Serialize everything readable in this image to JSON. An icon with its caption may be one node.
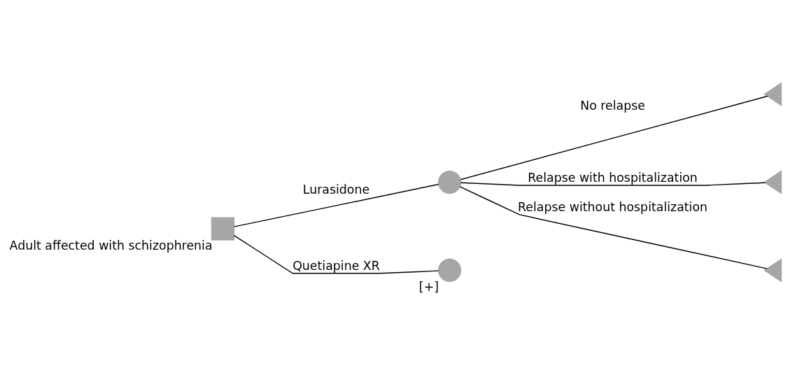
{
  "diagram": {
    "nodes": [
      {
        "text": [],
        "shape": "box",
        "beside": [
          "Adult affected with schizophrenia"
        ]
      },
      {
        "text": [],
        "shape": "circle"
      },
      {
        "text": [],
        "shape": "circle",
        "beside": [
          "[+]"
        ]
      },
      {
        "text": [],
        "shape": "triangle"
      },
      {
        "text": [],
        "shape": "triangle"
      },
      {
        "text": [],
        "shape": "triangle"
      }
    ],
    "edges": [
      {
        "from": 0,
        "to": 1,
        "arrow": "none",
        "label": "Lurasidone"
      },
      {
        "from": 0,
        "to": 2,
        "arrow": "none",
        "label": "Quetiapine XR"
      },
      {
        "from": 1,
        "to": 3,
        "arrow": "none",
        "label": "No relapse"
      },
      {
        "from": 1,
        "to": 4,
        "arrow": "none",
        "label": "Relapse with hospitalization"
      },
      {
        "from": 1,
        "to": 5,
        "arrow": "none",
        "label": "Relapse without hospitalization"
      }
    ]
  }
}
